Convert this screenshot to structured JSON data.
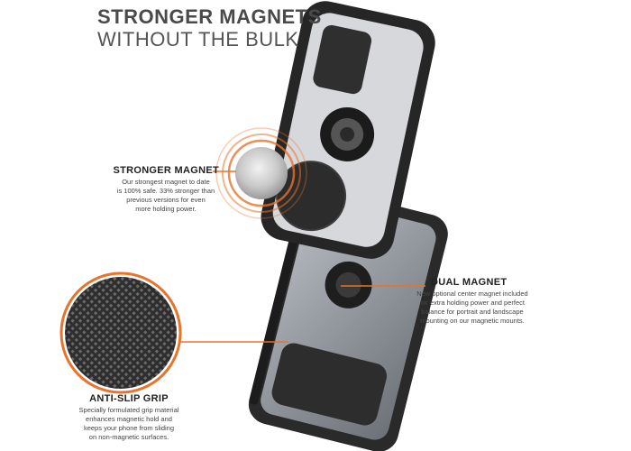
{
  "headline": {
    "line1": "STRONGER MAGNETS",
    "line2": "WITHOUT THE BULK"
  },
  "callouts": {
    "stronger_magnet": {
      "title": "STRONGER MAGNET",
      "desc1": "Our strongest magnet to date",
      "desc2": "is 100% safe. 33% stronger than",
      "desc3": "previous versions for even",
      "desc4": "more holding power."
    },
    "dual_magnet": {
      "title": "DUAL MAGNET",
      "desc1": "New optional center magnet included",
      "desc2": "for extra holding power and perfect",
      "desc3": "balance for portrait and landscape",
      "desc4": "mounting on our magnetic mounts."
    },
    "anti_slip": {
      "title": "ANTI-SLIP GRIP",
      "desc1": "Specially formulated grip material",
      "desc2": "enhances magnetic hold and",
      "desc3": "keeps your phone from sliding",
      "desc4": "on non-magnetic surfaces."
    }
  },
  "colors": {
    "accent": "#e8732a",
    "case_dark": "#2b2b2b",
    "case_clear": "#8a8f95"
  }
}
